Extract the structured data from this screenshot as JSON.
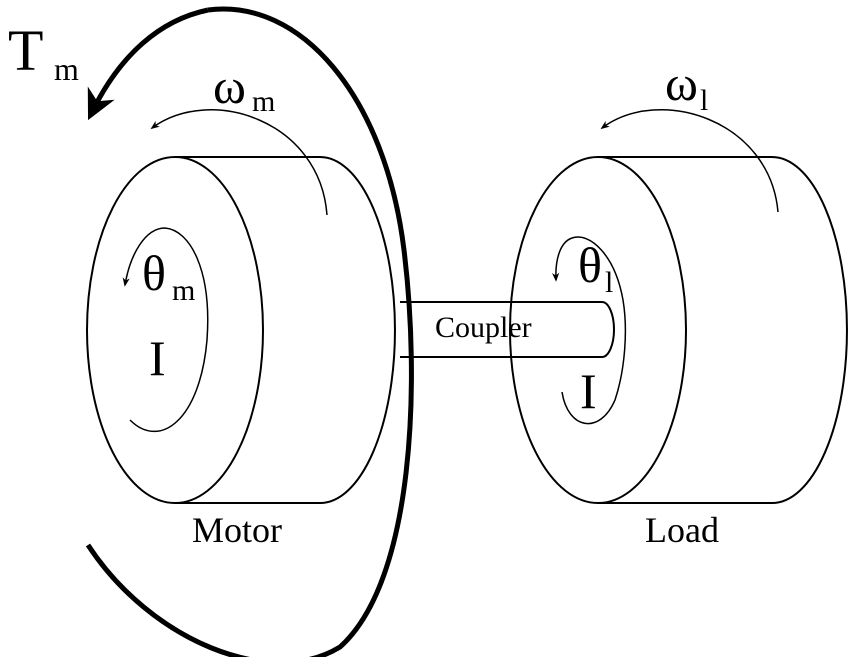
{
  "labels": {
    "torque": "T",
    "torque_sub": "m",
    "motor_speed": "ω",
    "motor_speed_sub": "m",
    "load_speed": "ω",
    "load_speed_sub": "l",
    "motor_angle": "θ",
    "motor_angle_sub": "m",
    "load_angle": "θ",
    "load_angle_sub": "l",
    "motor_inertia": "I",
    "load_inertia": "I",
    "coupler": "Coupler",
    "motor": "Motor",
    "load": "Load"
  },
  "colors": {
    "stroke": "#000000",
    "fill": "#ffffff"
  }
}
